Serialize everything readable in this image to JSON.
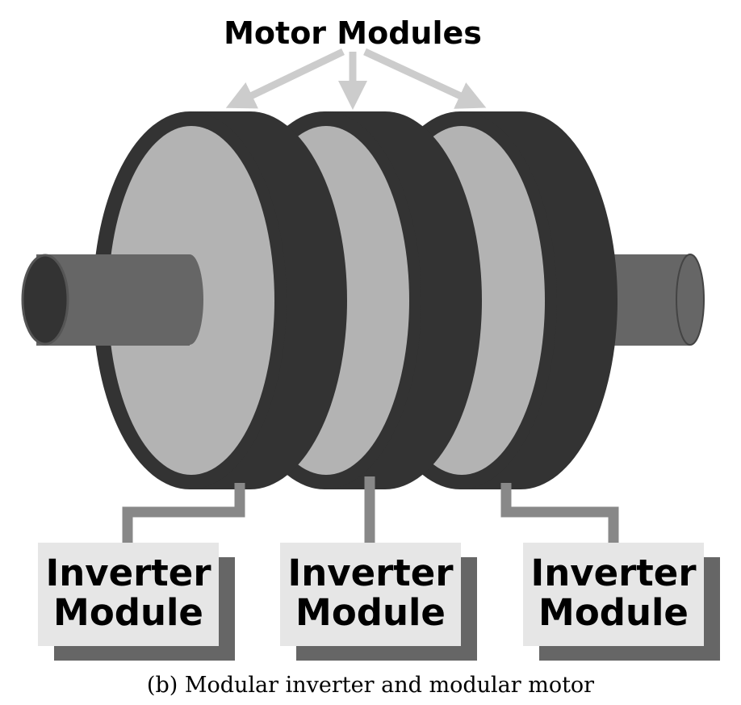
{
  "title": "Motor Modules",
  "caption": "(b) Modular inverter and modular motor",
  "modules": [
    {
      "line1": "Inverter",
      "line2": "Module"
    },
    {
      "line1": "Inverter",
      "line2": "Module"
    },
    {
      "line1": "Inverter",
      "line2": "Module"
    }
  ],
  "colors": {
    "disc_dark": "#333333",
    "disc_face": "#b3b3b3",
    "shaft": "#666666",
    "arrow": "#cccccc",
    "wire": "#888888",
    "box": "#e6e6e6",
    "shadow": "#666666"
  }
}
